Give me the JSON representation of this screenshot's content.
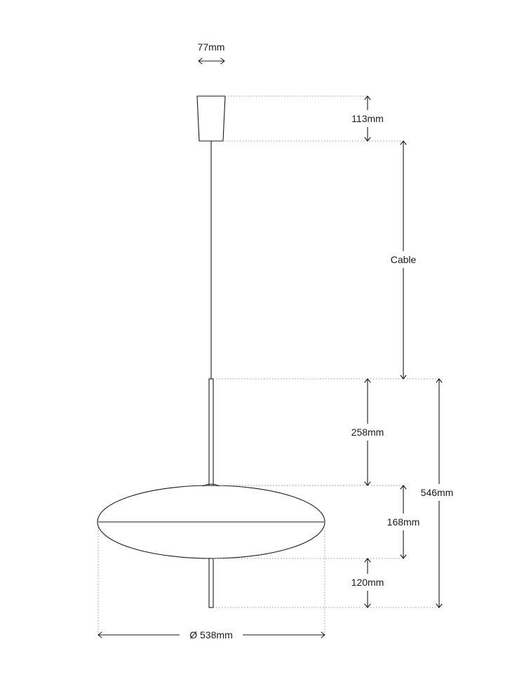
{
  "labels": {
    "canopy_width": "77mm",
    "canopy_height": "113mm",
    "cable": "Cable",
    "stem_upper": "258mm",
    "total_height": "546mm",
    "shade_height": "168mm",
    "stem_lower": "120mm",
    "diameter": "Ø 538mm"
  },
  "colors": {
    "line": "#1a1a1a",
    "guide": "#9a9a9a",
    "background": "#ffffff"
  }
}
